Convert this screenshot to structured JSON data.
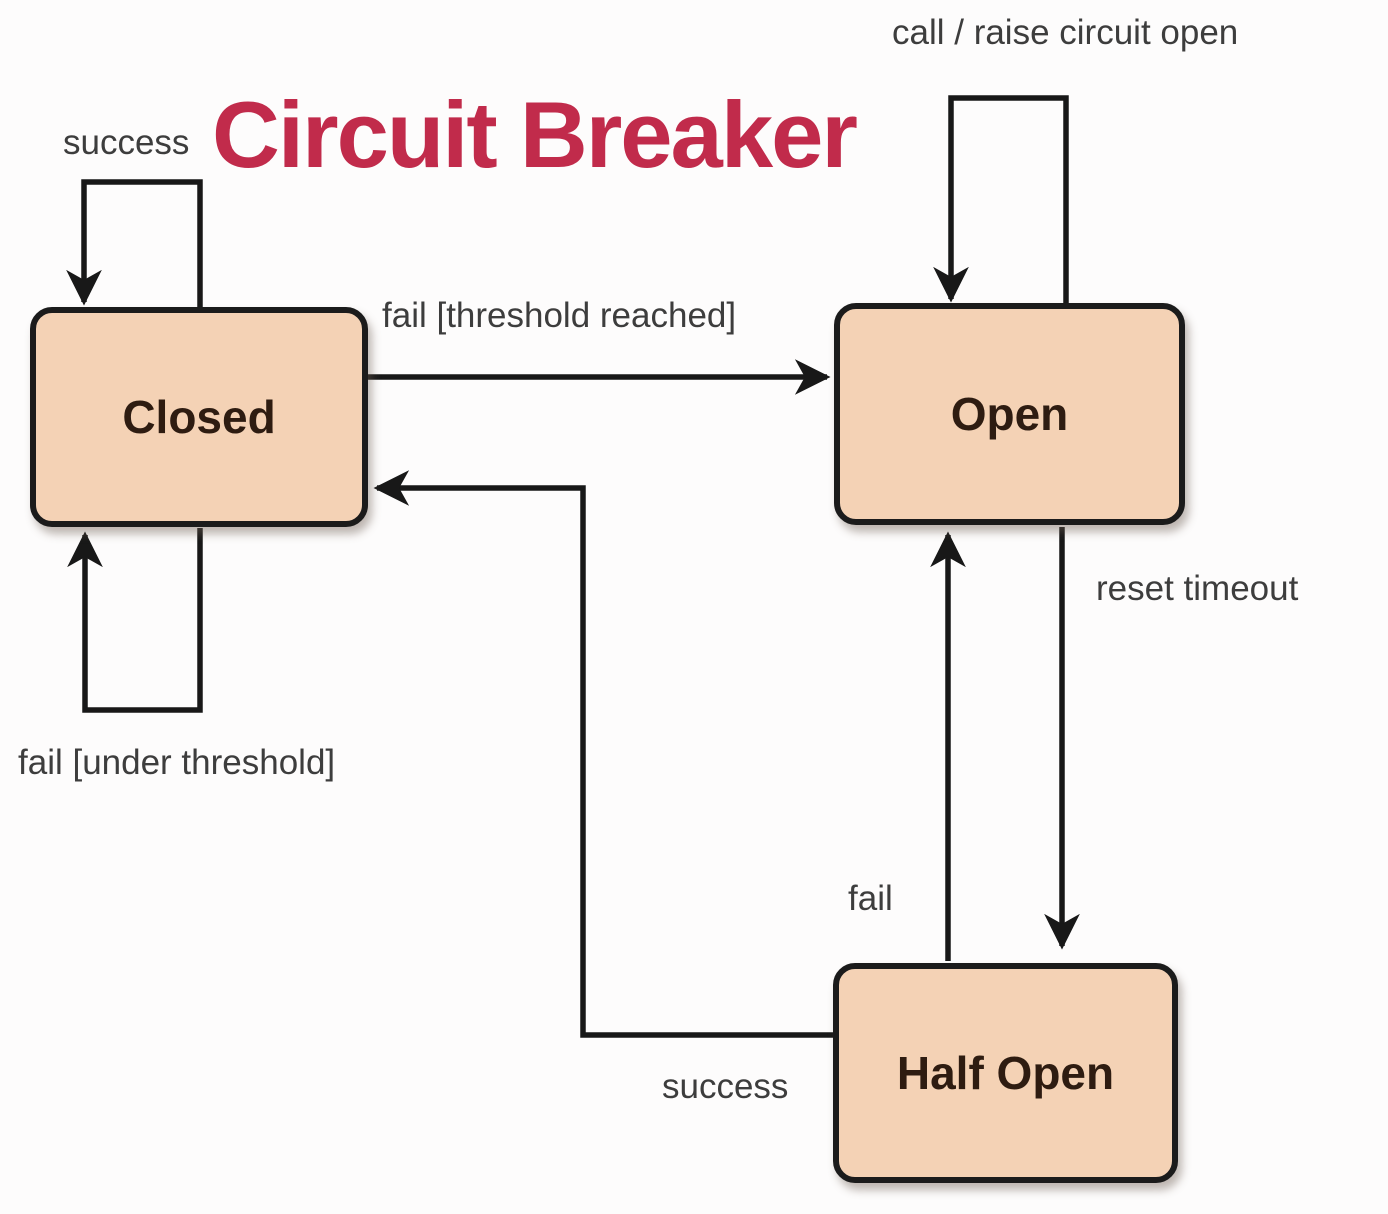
{
  "title": {
    "text": "Circuit Breaker",
    "color": "#c12b4b"
  },
  "colors": {
    "background": "#fdfcfc",
    "state_fill": "#f4d2b5",
    "state_border": "#1b1b1b",
    "state_text": "#2e1c11",
    "edge_label_text": "#3d3d3d",
    "connector": "#181818"
  },
  "states": [
    {
      "id": "closed",
      "label": "Closed"
    },
    {
      "id": "open",
      "label": "Open"
    },
    {
      "id": "half_open",
      "label": "Half Open"
    }
  ],
  "transitions": [
    {
      "from": "closed",
      "to": "closed",
      "label": "success"
    },
    {
      "from": "closed",
      "to": "closed",
      "label": "fail [under threshold]"
    },
    {
      "from": "closed",
      "to": "open",
      "label": "fail [threshold reached]"
    },
    {
      "from": "open",
      "to": "open",
      "label": "call / raise circuit open"
    },
    {
      "from": "open",
      "to": "half_open",
      "label": "reset timeout"
    },
    {
      "from": "half_open",
      "to": "open",
      "label": "fail"
    },
    {
      "from": "half_open",
      "to": "closed",
      "label": "success"
    }
  ]
}
